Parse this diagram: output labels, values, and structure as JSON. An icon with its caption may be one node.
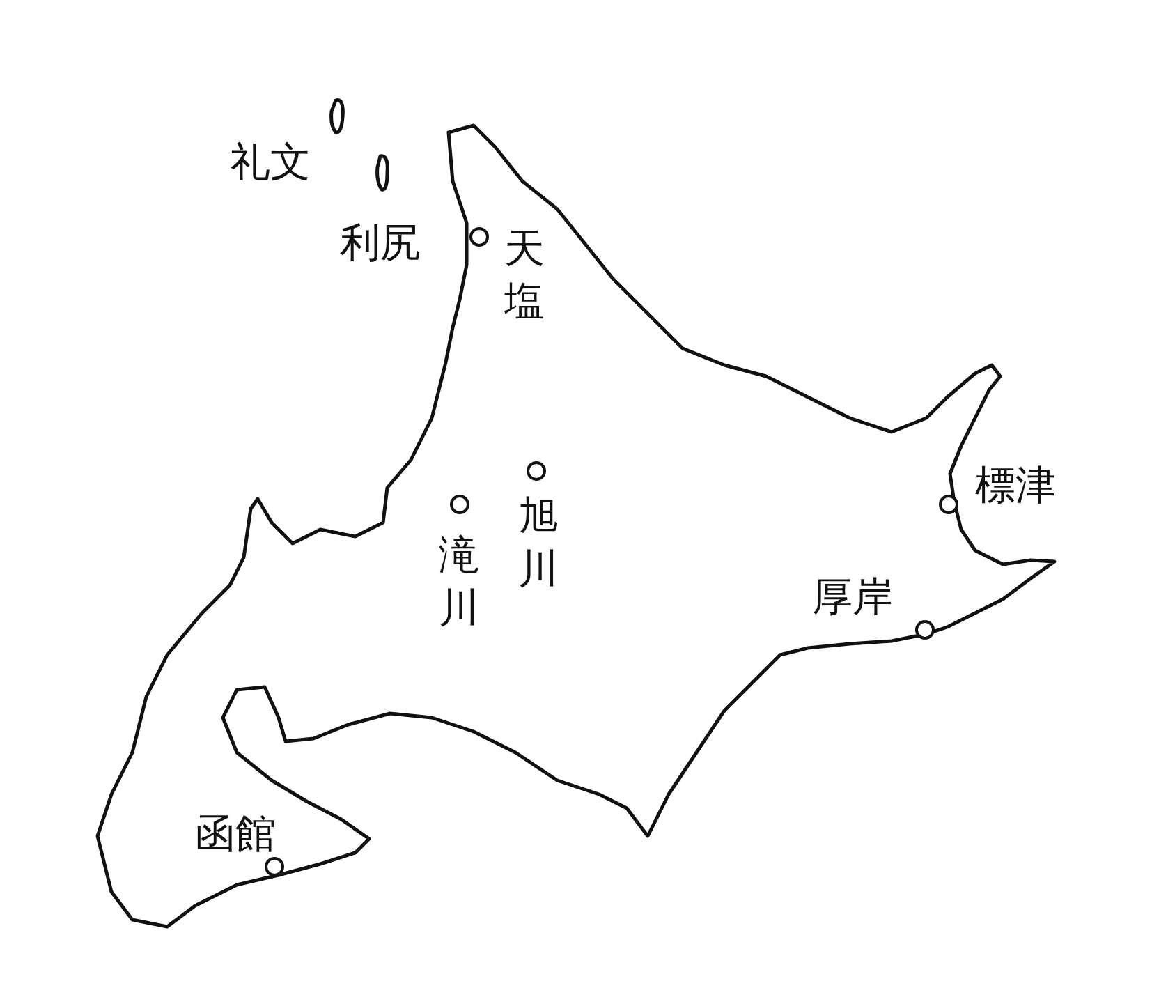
{
  "diagram": {
    "labels": [
      "礼文",
      "利尻",
      "天塩",
      "旭川",
      "標津",
      "滝川",
      "厚岸",
      "函館"
    ]
  }
}
